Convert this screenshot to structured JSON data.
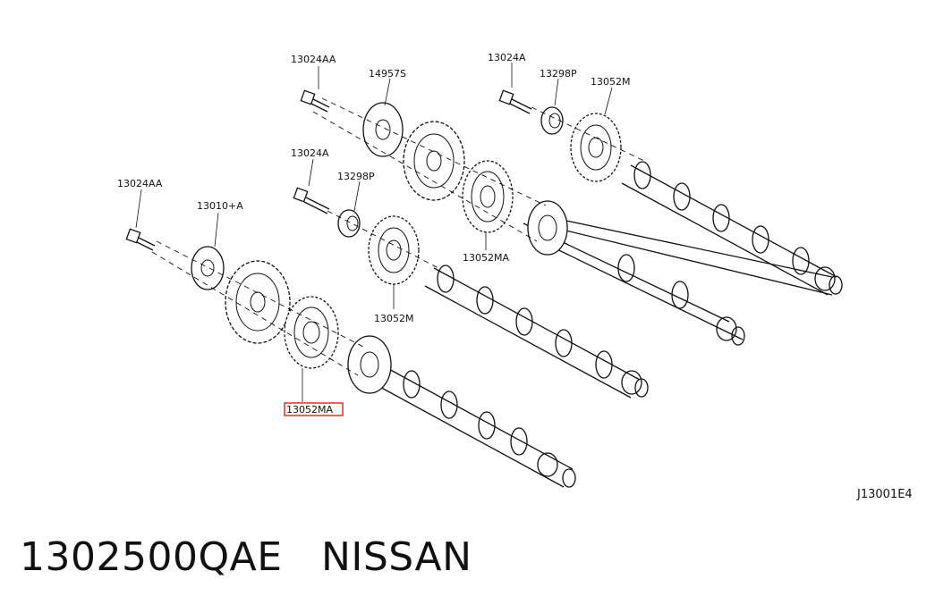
{
  "callouts": [
    {
      "id": "c1",
      "text": "13024AA"
    },
    {
      "id": "c2",
      "text": "14957S"
    },
    {
      "id": "c3",
      "text": "13024A"
    },
    {
      "id": "c4",
      "text": "13298P"
    },
    {
      "id": "c5",
      "text": "13052M"
    },
    {
      "id": "c6",
      "text": "13024A"
    },
    {
      "id": "c7",
      "text": "13298P"
    },
    {
      "id": "c8",
      "text": "13024AA"
    },
    {
      "id": "c9",
      "text": "13010+A"
    },
    {
      "id": "c10",
      "text": "13052MA"
    },
    {
      "id": "c11",
      "text": "13052M"
    },
    {
      "id": "c12",
      "text": "13052MA"
    }
  ],
  "diagram_code": "J13001E4",
  "caption": "1302500QAE   NISSAN",
  "highlight_color": "#e0322a"
}
